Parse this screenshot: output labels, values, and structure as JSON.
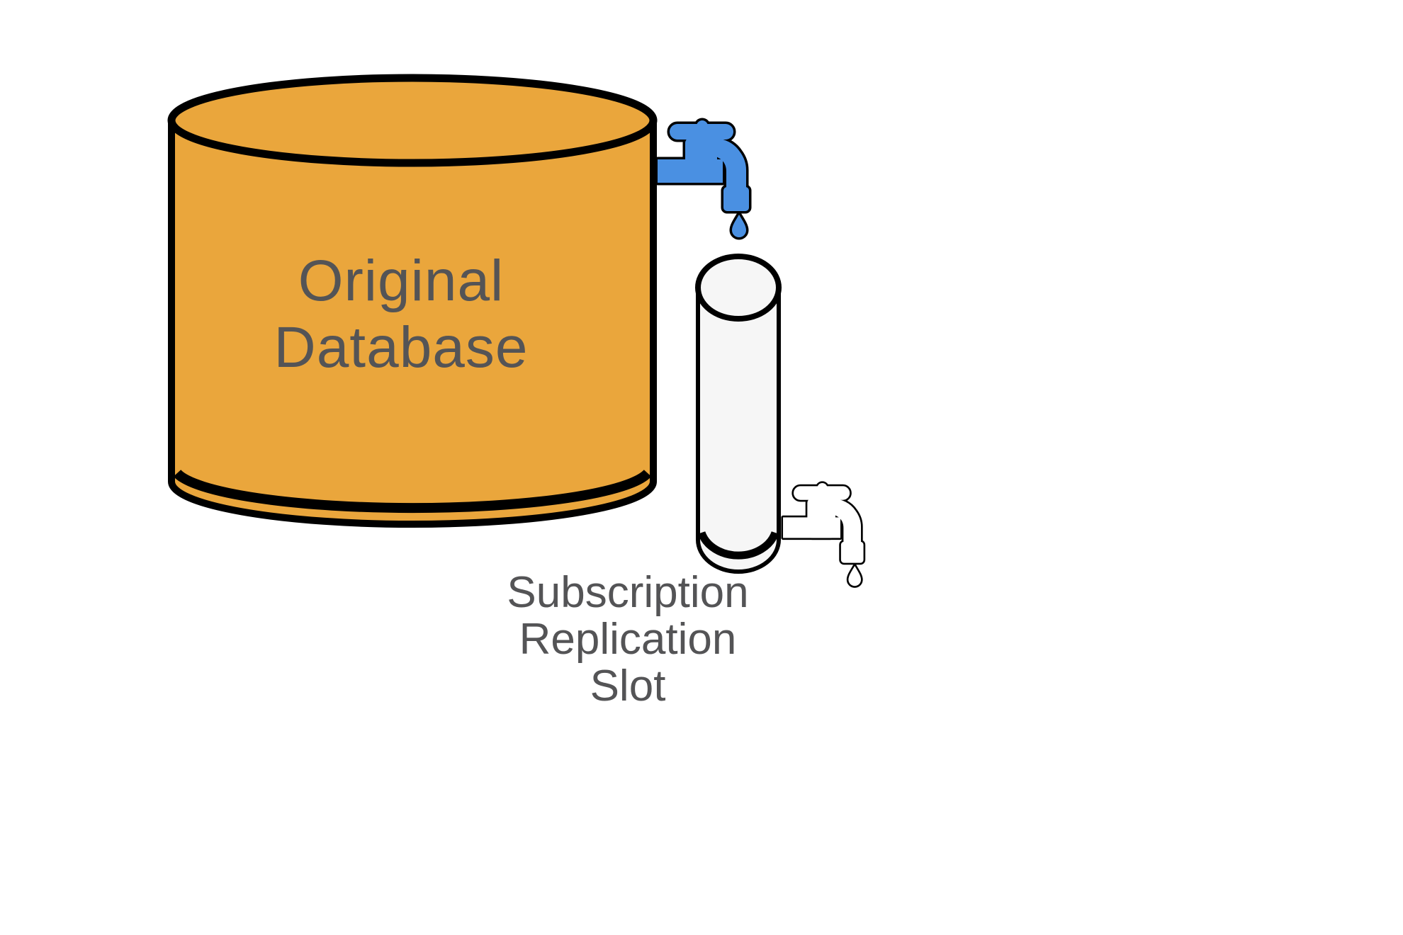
{
  "page": {
    "background": "#FFFFFF"
  },
  "colors": {
    "database_fill": "#EAA63C",
    "tap_blue": "#4A90E2",
    "slot_fill": "#F6F6F6",
    "white_tap_fill": "#FFFFFF",
    "outline": "#000000",
    "text": "#545456"
  },
  "database": {
    "line1": "Original",
    "line2": "Database"
  },
  "slot_label": {
    "line1": "Subscription",
    "line2": "Replication",
    "line3": "Slot"
  },
  "icons": {
    "publication_tap": "faucet-icon",
    "publication_drip": "water-drop-icon",
    "subscription_tap": "faucet-icon",
    "subscription_drip": "water-drop-icon"
  }
}
